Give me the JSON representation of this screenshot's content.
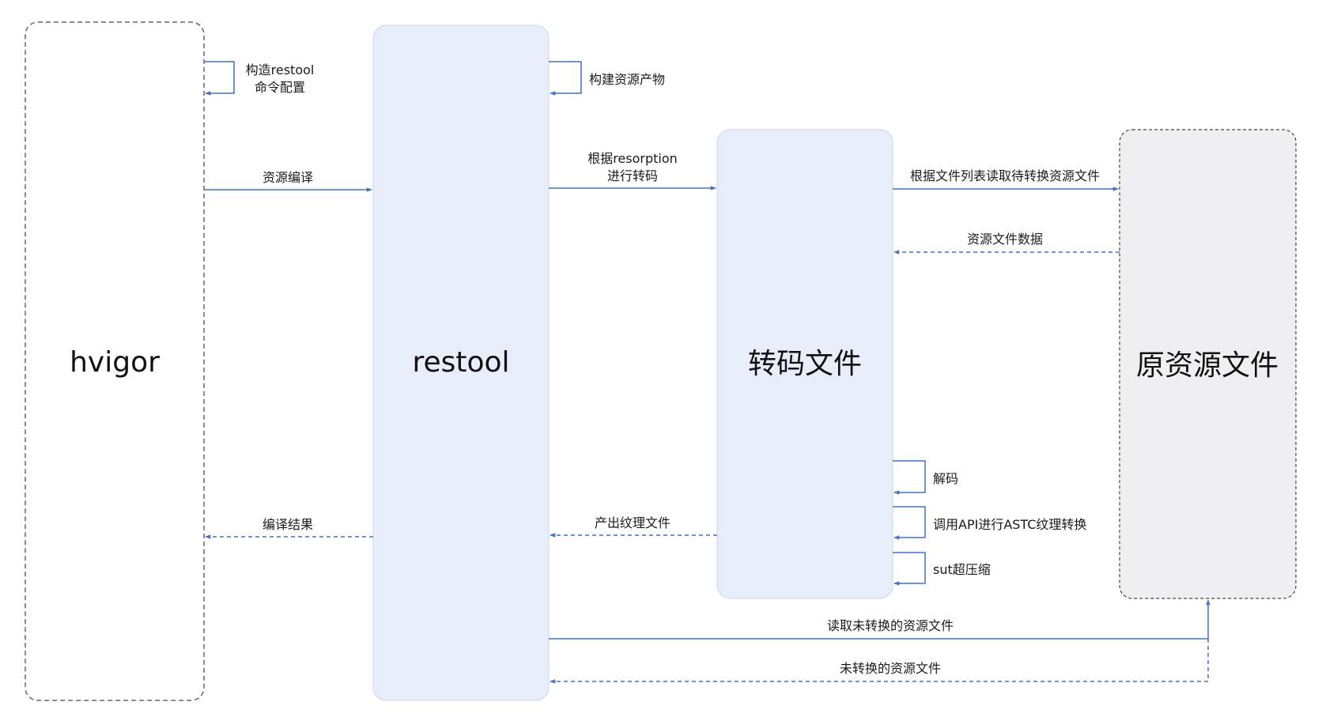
{
  "colors": {
    "arrow": "#4472c4",
    "lane_fill_blue": "#e8eef9",
    "lane_stroke_blue": "#c9d6ee",
    "lane_fill_grey": "#efeff1",
    "lane_stroke_dashed": "#555555",
    "text": "#111111"
  },
  "lanes": {
    "hvigor": "hvigor",
    "restool": "restool",
    "transcode": "转码文件",
    "source": "原资源文件"
  },
  "messages": {
    "build_cmd_line1": "构造restool",
    "build_cmd_line2": "命令配置",
    "build_artifacts": "构建资源产物",
    "compile": "资源编译",
    "transcode_line1": "根据resorption",
    "transcode_line2": "进行转码",
    "read_pending": "根据文件列表读取待转换资源文件",
    "file_data": "资源文件数据",
    "decode": "解码",
    "astc": "调用API进行ASTC纹理转换",
    "sut": "sut超压缩",
    "texture_out": "产出纹理文件",
    "compile_result": "编译结果",
    "read_unconverted": "读取未转换的资源文件",
    "unconverted_files": "未转换的资源文件"
  }
}
